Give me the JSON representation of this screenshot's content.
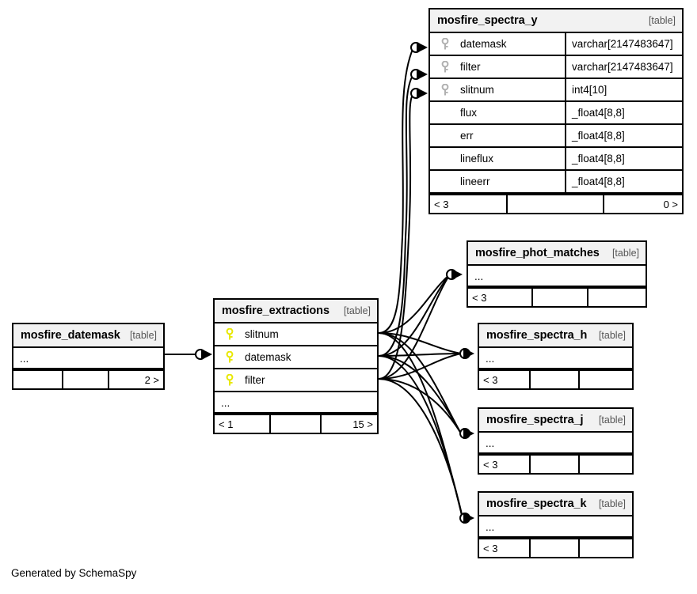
{
  "diagram": {
    "credit": "Generated by SchemaSpy",
    "table_kind_label": "[table]",
    "ellipsis": "...",
    "colors": {
      "primary_key": "#e8e800",
      "foreign_key": "#b0b0b0",
      "header_bg": "#f2f2f2",
      "border": "#000000",
      "background": "#ffffff"
    }
  },
  "tables": {
    "mosfire_spectra_y": {
      "name": "mosfire_spectra_y",
      "kind": "[table]",
      "columns": [
        {
          "key": "fk",
          "name": "datemask",
          "type": "varchar[2147483647]"
        },
        {
          "key": "fk",
          "name": "filter",
          "type": "varchar[2147483647]"
        },
        {
          "key": "fk",
          "name": "slitnum",
          "type": "int4[10]"
        },
        {
          "key": "none",
          "name": "flux",
          "type": "_float4[8,8]"
        },
        {
          "key": "none",
          "name": "err",
          "type": "_float4[8,8]"
        },
        {
          "key": "none",
          "name": "lineflux",
          "type": "_float4[8,8]"
        },
        {
          "key": "none",
          "name": "lineerr",
          "type": "_float4[8,8]"
        }
      ],
      "footer": {
        "left": "< 3",
        "middle": "",
        "right": "0 >"
      }
    },
    "mosfire_extractions": {
      "name": "mosfire_extractions",
      "kind": "[table]",
      "columns": [
        {
          "key": "pk",
          "name": "slitnum",
          "type": ""
        },
        {
          "key": "pk",
          "name": "datemask",
          "type": ""
        },
        {
          "key": "pk",
          "name": "filter",
          "type": ""
        }
      ],
      "more_row": "...",
      "footer": {
        "left": "< 1",
        "middle": "",
        "right": "15 >"
      }
    },
    "mosfire_datemask": {
      "name": "mosfire_datemask",
      "kind": "[table]",
      "more_row": "...",
      "footer": {
        "left": "",
        "middle": "",
        "right": "2 >"
      }
    },
    "mosfire_phot_matches": {
      "name": "mosfire_phot_matches",
      "kind": "[table]",
      "more_row": "...",
      "footer": {
        "left": "< 3",
        "middle": "",
        "right": ""
      }
    },
    "mosfire_spectra_h": {
      "name": "mosfire_spectra_h",
      "kind": "[table]",
      "more_row": "...",
      "footer": {
        "left": "< 3",
        "middle": "",
        "right": ""
      }
    },
    "mosfire_spectra_j": {
      "name": "mosfire_spectra_j",
      "kind": "[table]",
      "more_row": "...",
      "footer": {
        "left": "< 3",
        "middle": "",
        "right": ""
      }
    },
    "mosfire_spectra_k": {
      "name": "mosfire_spectra_k",
      "kind": "[table]",
      "more_row": "...",
      "footer": {
        "left": "< 3",
        "middle": "",
        "right": ""
      }
    }
  }
}
